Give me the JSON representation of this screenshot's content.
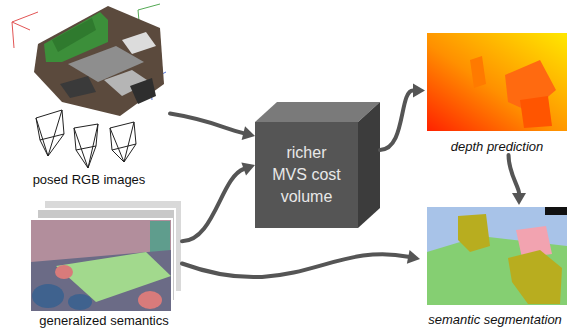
{
  "diagram": {
    "nodes": [
      {
        "text": [
          "posed RGB images"
        ]
      },
      {
        "text": [
          "generalized semantics"
        ]
      },
      {
        "text": [
          "richer MVS cost volume"
        ]
      },
      {
        "text": [
          "depth prediction"
        ]
      },
      {
        "text": [
          "semantic segmentation"
        ]
      }
    ],
    "edges": [
      {
        "from": 0,
        "to": 2,
        "arrow": "to"
      },
      {
        "from": 1,
        "to": 2,
        "arrow": "to"
      },
      {
        "from": 2,
        "to": 3,
        "arrow": "to"
      },
      {
        "from": 3,
        "to": 4,
        "arrow": "to"
      },
      {
        "from": 1,
        "to": 4,
        "arrow": "to"
      }
    ]
  }
}
